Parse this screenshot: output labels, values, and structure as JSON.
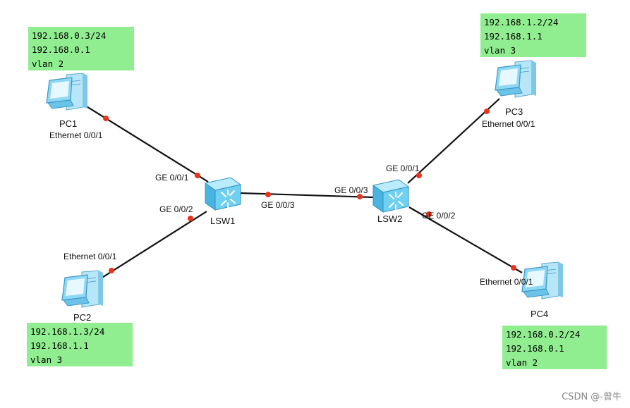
{
  "devices": {
    "pc1": {
      "name": "PC1"
    },
    "pc2": {
      "name": "PC2"
    },
    "pc3": {
      "name": "PC3"
    },
    "pc4": {
      "name": "PC4"
    },
    "lsw1": {
      "name": "LSW1"
    },
    "lsw2": {
      "name": "LSW2"
    }
  },
  "ports": {
    "pc1_eth": "Ethernet 0/0/1",
    "pc2_eth": "Ethernet 0/0/1",
    "pc3_eth": "Ethernet 0/0/1",
    "pc4_eth": "Ethernet 0/0/1",
    "lsw1_g1": "GE 0/0/1",
    "lsw1_g2": "GE 0/0/2",
    "lsw1_g3": "GE 0/0/3",
    "lsw2_g1": "GE 0/0/1",
    "lsw2_g2": "GE 0/0/2",
    "lsw2_g3": "GE 0/0/3"
  },
  "notes": {
    "pc1": {
      "ip": "192.168.0.3/24",
      "gateway": "192.168.0.1",
      "vlan": "vlan 2"
    },
    "pc2": {
      "ip": "192.168.1.3/24",
      "gateway": "192.168.1.1",
      "vlan": "vlan 3"
    },
    "pc3": {
      "ip": "192.168.1.2/24",
      "gateway": "192.168.1.1",
      "vlan": "vlan 3"
    },
    "pc4": {
      "ip": "192.168.0.2/24",
      "gateway": "192.168.0.1",
      "vlan": "vlan 2"
    }
  },
  "watermark": "CSDN @-曾牛",
  "colors": {
    "note_bg": "#90ee90",
    "port_dot": "#e8341c",
    "switch_body": "#6fd0f2",
    "pc_body": "#8fd8f5"
  },
  "icons": {
    "pc": "desktop-computer-icon",
    "switch": "layer3-switch-icon"
  }
}
